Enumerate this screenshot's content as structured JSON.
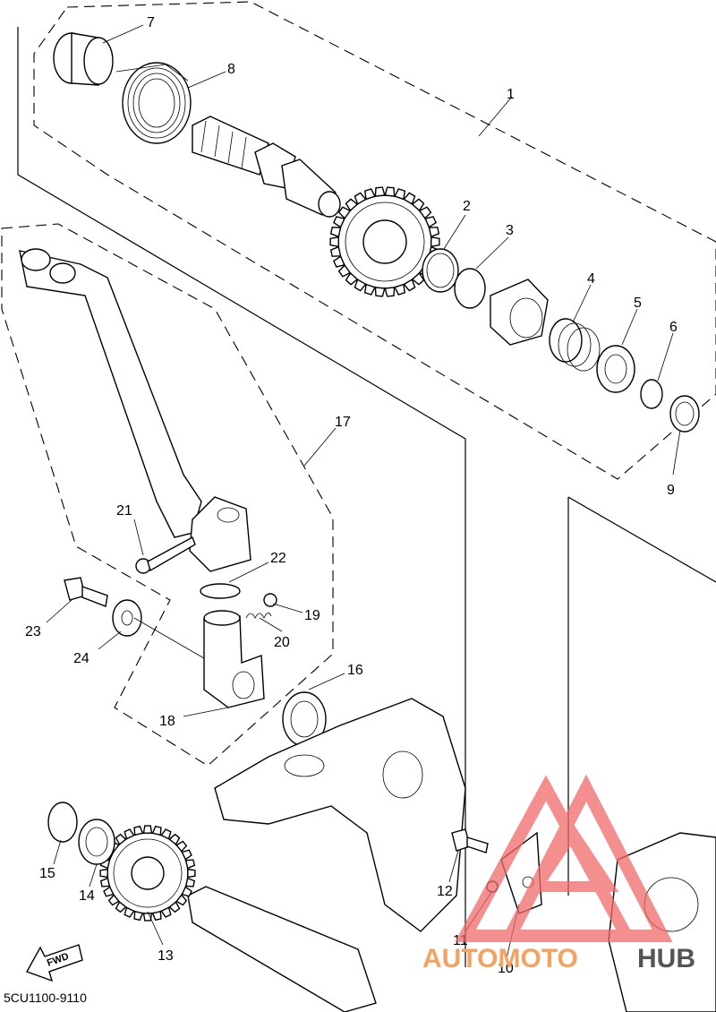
{
  "diagram": {
    "part_numbers": [
      "1",
      "2",
      "3",
      "4",
      "5",
      "6",
      "7",
      "8",
      "9",
      "10",
      "11",
      "12",
      "13",
      "14",
      "15",
      "16",
      "17",
      "18",
      "19",
      "20",
      "21",
      "22",
      "23",
      "24"
    ],
    "direction_label": "FWD",
    "diagram_code": "5CU1100-9110"
  },
  "watermark": {
    "brand_a": "AUTOMOTO",
    "brand_b": "HUB",
    "color_a": "#f4a261",
    "color_b": "#555555",
    "logo_color": "#f06a6a"
  }
}
